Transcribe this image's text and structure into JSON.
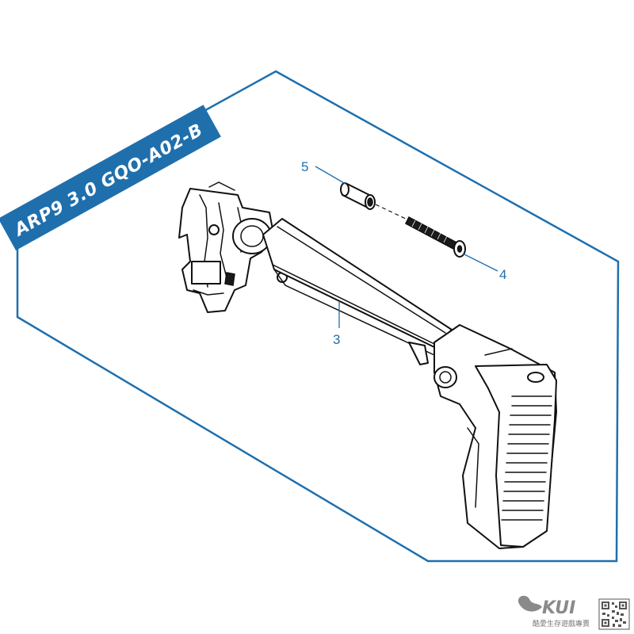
{
  "header": {
    "title": "ARP9 3.0 GQO-A02-B",
    "banner_color": "#1f6fad"
  },
  "callouts": [
    {
      "label": "5",
      "part": "spacer-sleeve"
    },
    {
      "label": "4",
      "part": "long-screw"
    },
    {
      "label": "3",
      "part": "folding-stock-assembly"
    }
  ],
  "watermark": {
    "brand": "KUI",
    "tagline": "酷愛生存遊戲專賣",
    "color": "#8a8a8a"
  },
  "colors": {
    "frame_line": "#1f6fad",
    "line_art": "#111111",
    "callout": "#1f6fad"
  }
}
